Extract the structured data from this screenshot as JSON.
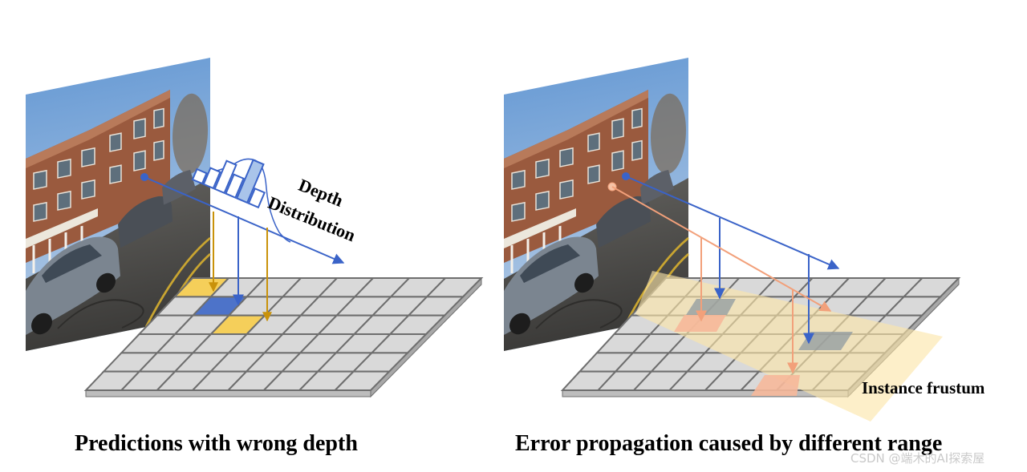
{
  "left_panel": {
    "caption": "Predictions with wrong depth",
    "label_depth": "Depth",
    "label_distribution": "Distribution",
    "photo": "street-scene-image"
  },
  "right_panel": {
    "caption": "Error propagation caused by different range",
    "label_frustum": "Instance frustum",
    "photo": "street-scene-image"
  },
  "watermark": "CSDN @端木的AI探索屋",
  "colors": {
    "cell_gray": "#d9d9d9",
    "cell_stroke": "#6e6e6e",
    "highlight_yellow": "#f5cf5a",
    "highlight_blue": "#4d73c9",
    "ray_blue": "#3a63c8",
    "ray_gold": "#c9920a",
    "ray_orange": "#f2a07a",
    "frustum_fill": "#fbe5a8",
    "cell_orange": "#f6b89a",
    "cell_slate": "#8f9aa0"
  },
  "grid": {
    "rows": 6,
    "cols": 8
  }
}
